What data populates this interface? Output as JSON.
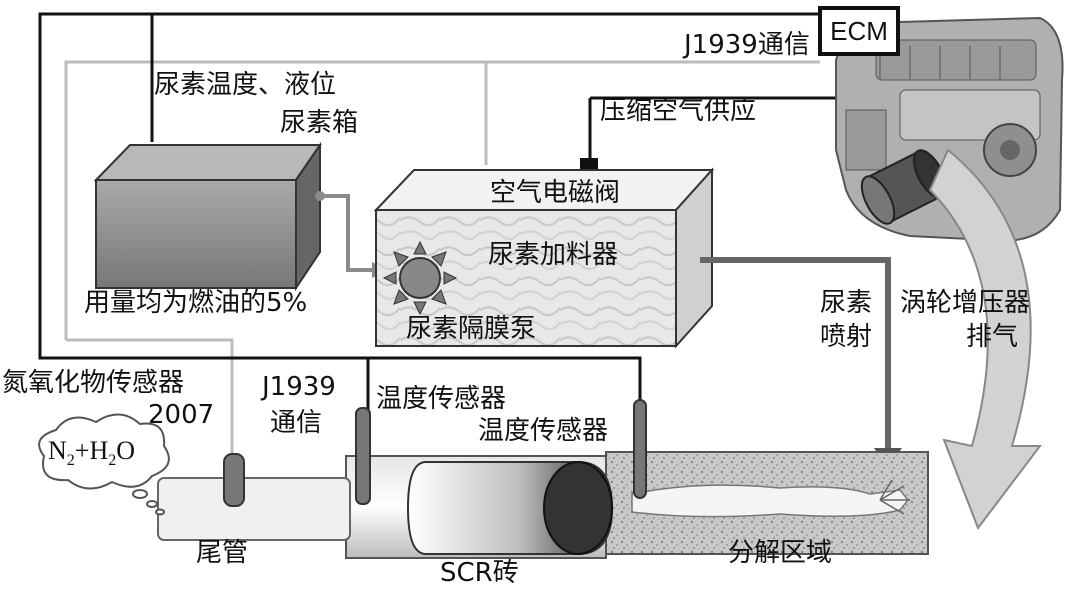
{
  "labels": {
    "ecm": "ECM",
    "j1939_top": "J1939通信",
    "urea_temp_level": "尿素温度、液位",
    "urea_tank": "尿素箱",
    "compressed_air": "压缩空气供应",
    "air_valve": "空气电磁阀",
    "urea_doser": "尿素加料器",
    "usage": "用量均为燃油的5%",
    "diaphragm_pump": "尿素隔膜泵",
    "urea_inject_1": "尿素",
    "urea_inject_2": "喷射",
    "turbo_1": "涡轮增压器",
    "turbo_2": "排气",
    "nox_sensor": "氮氧化物传感器",
    "year": "2007",
    "j1939_left_1": "J1939",
    "j1939_left_2": "通信",
    "temp_sensor_1": "温度传感器",
    "temp_sensor_2": "温度传感器",
    "n2": "N",
    "n2_sub": "2",
    "plus_h": "+H",
    "h2_sub": "2",
    "o": "O",
    "tailpipe": "尾管",
    "scr_brick": "SCR砖",
    "decomp_zone": "分解区域"
  },
  "colors": {
    "line": "#111111",
    "light_line": "#bbbbbb",
    "tank_fill": "#8a8a8a",
    "pipe": "#777777"
  }
}
